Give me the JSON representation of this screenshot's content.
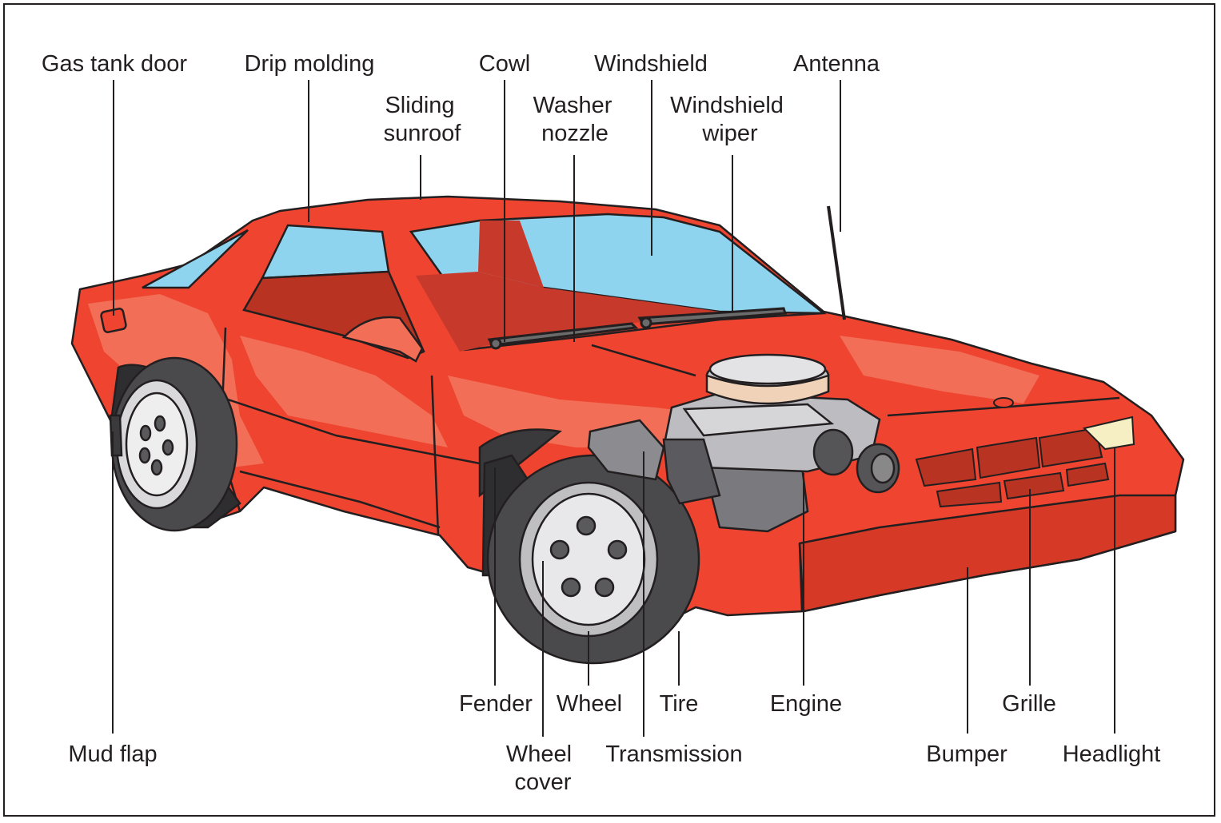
{
  "colors": {
    "body": "#ee4430",
    "body_highlight": "#f26e57",
    "body_shadow": "#b93322",
    "glass": "#8fd4ef",
    "tire": "#4a4a4c",
    "outline": "#231f20"
  },
  "labels": {
    "gas_tank_door": "Gas tank door",
    "drip_molding": "Drip molding",
    "cowl": "Cowl",
    "windshield": "Windshield",
    "antenna": "Antenna",
    "sliding_sunroof_1": "Sliding",
    "sliding_sunroof_2": "sunroof",
    "washer_nozzle_1": "Washer",
    "washer_nozzle_2": "nozzle",
    "windshield_wiper_1": "Windshield",
    "windshield_wiper_2": "wiper",
    "mud_flap": "Mud flap",
    "fender": "Fender",
    "wheel": "Wheel",
    "tire": "Tire",
    "engine": "Engine",
    "grille": "Grille",
    "wheel_cover_1": "Wheel",
    "wheel_cover_2": "cover",
    "transmission": "Transmission",
    "bumper": "Bumper",
    "headlight": "Headlight"
  }
}
